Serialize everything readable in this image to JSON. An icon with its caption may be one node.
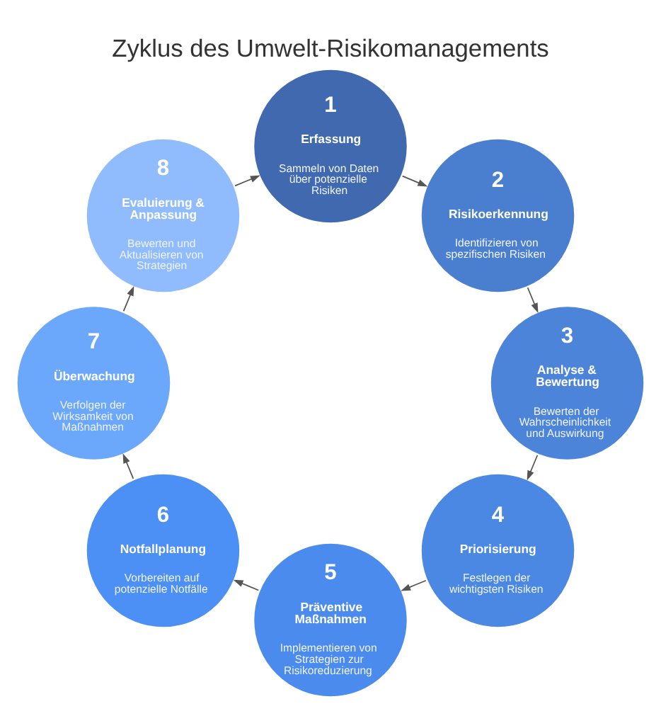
{
  "diagram": {
    "title": "Zyklus des Umwelt-Risikomanagements",
    "nodes": [
      {
        "text": [
          "1",
          "Erfassung",
          "Sammeln von Daten über potenzielle Risiken"
        ]
      },
      {
        "text": [
          "2",
          "Risikoerkennung",
          "Identifizieren von spezifischen Risiken"
        ]
      },
      {
        "text": [
          "3",
          "Analyse & Bewertung",
          "Bewerten der Wahrscheinlichkeit und Auswirkung"
        ]
      },
      {
        "text": [
          "4",
          "Priorisierung",
          "Festlegen der wichtigsten Risiken"
        ]
      },
      {
        "text": [
          "5",
          "Präventive Maßnahmen",
          "Implementieren von Strategien zur Risikoreduzierung"
        ]
      },
      {
        "text": [
          "6",
          "Notfallplanung",
          "Vorbereiten auf potenzielle Notfälle"
        ]
      },
      {
        "text": [
          "7",
          "Überwachung",
          "Verfolgen der Wirksamkeit von Maßnahmen"
        ]
      },
      {
        "text": [
          "8",
          "Evaluierung & Anpassung",
          "Bewerten und Aktualisieren von Strategien"
        ]
      }
    ],
    "edges": [
      {
        "from": 0,
        "to": 1,
        "arrow": "to"
      },
      {
        "from": 1,
        "to": 2,
        "arrow": "to"
      },
      {
        "from": 2,
        "to": 3,
        "arrow": "to"
      },
      {
        "from": 3,
        "to": 4,
        "arrow": "to"
      },
      {
        "from": 4,
        "to": 5,
        "arrow": "to"
      },
      {
        "from": 5,
        "to": 6,
        "arrow": "to"
      },
      {
        "from": 6,
        "to": 7,
        "arrow": "to"
      },
      {
        "from": 7,
        "to": 0,
        "arrow": "to"
      }
    ]
  }
}
